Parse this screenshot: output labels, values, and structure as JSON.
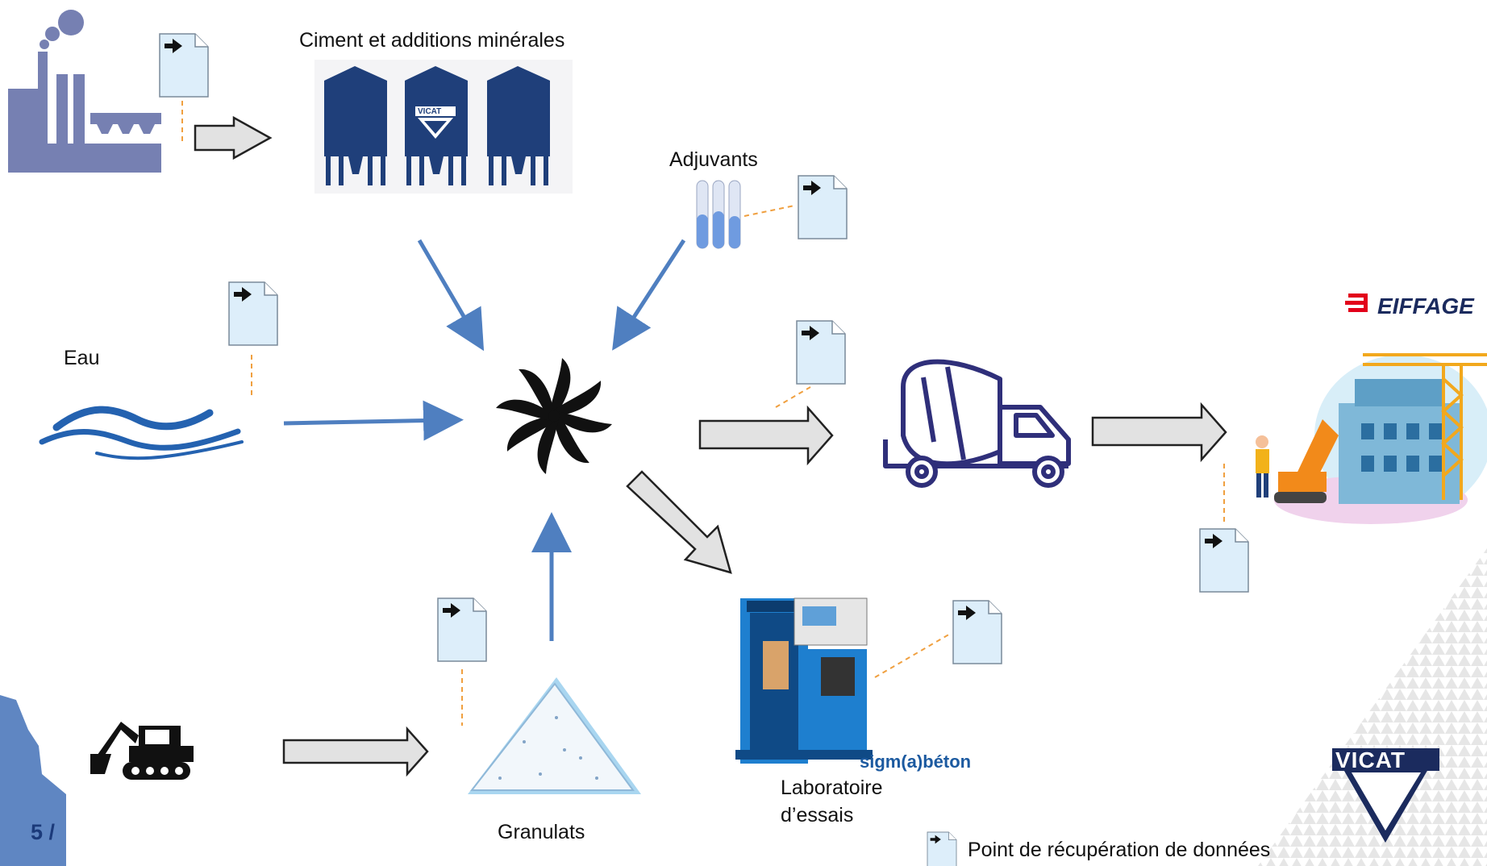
{
  "labels": {
    "cement": "Ciment et additions minérales",
    "admixtures": "Adjuvants",
    "water": "Eau",
    "aggregates": "Granulats",
    "lab_line1": "Laboratoire",
    "lab_line2": "d’essais",
    "legend": "Point de récupération de données",
    "page_number": "5 /"
  },
  "logos": {
    "eiffage": "EIFFAGE",
    "vicat": "VICAT",
    "silo_vicat": "VICAT",
    "sigmabeton": "sigm(a)béton"
  },
  "icons": [
    "factory-icon",
    "silos-icon",
    "test-tubes-icon",
    "water-waves-icon",
    "mixer-icon",
    "concrete-mixer-truck-icon",
    "construction-site-icon",
    "press-machine-icon",
    "aggregate-pile-icon",
    "excavator-icon",
    "quarry-rock-icon",
    "data-document-icon"
  ],
  "colors": {
    "flow_arrow": "#4f7fc0",
    "gray_arrow_fill": "#e2e2e2",
    "doc_fill": "#ddeefa",
    "dashed_link": "#f0a040",
    "silo_blue": "#1f3f7a",
    "factory_blue": "#7680b2",
    "truck_purple": "#2f2f7a",
    "eiffage_red": "#e2001a",
    "vicat_navy": "#1b2b5e"
  }
}
